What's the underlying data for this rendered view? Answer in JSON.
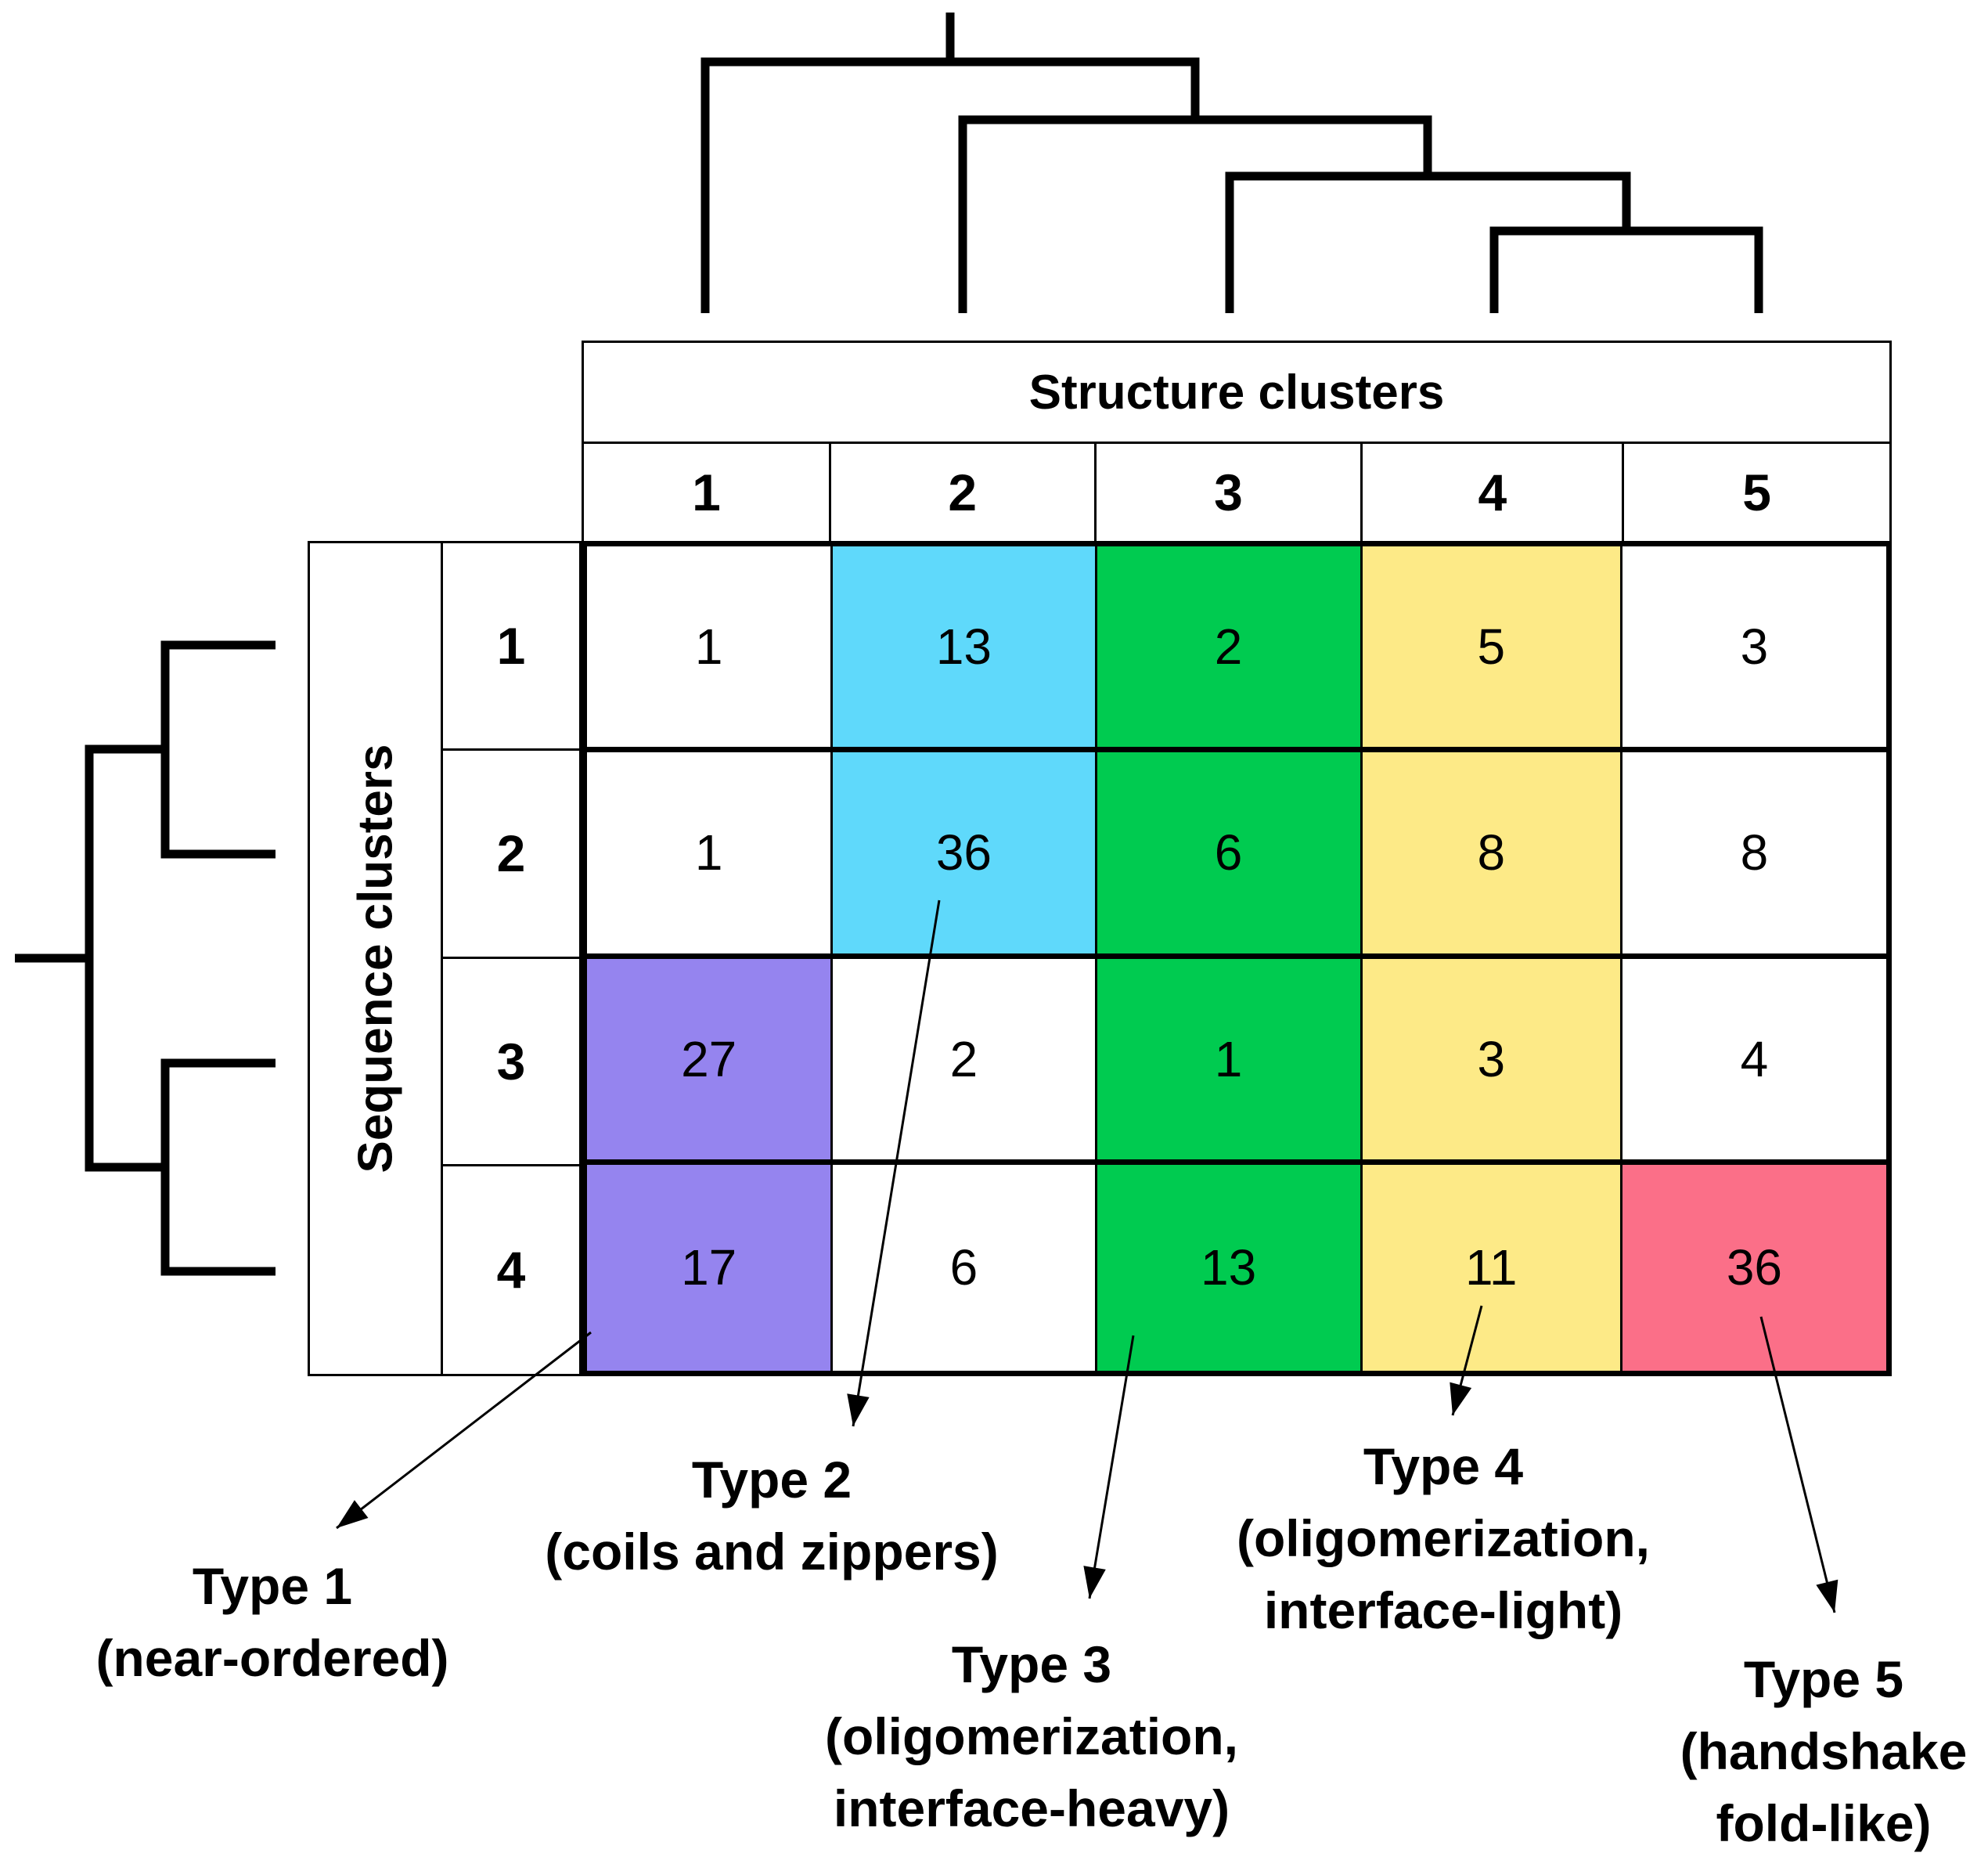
{
  "figure": {
    "col_group_title": "Structure clusters",
    "row_group_title": "Sequence clusters"
  },
  "columns": [
    "1",
    "2",
    "3",
    "4",
    "5"
  ],
  "matrix": {
    "rows": [
      {
        "label": "1",
        "cells": [
          {
            "v": "1",
            "bg": "white"
          },
          {
            "v": "13",
            "bg": "cyan"
          },
          {
            "v": "2",
            "bg": "green"
          },
          {
            "v": "5",
            "bg": "yellow"
          },
          {
            "v": "3",
            "bg": "white"
          }
        ]
      },
      {
        "label": "2",
        "cells": [
          {
            "v": "1",
            "bg": "white"
          },
          {
            "v": "36",
            "bg": "cyan"
          },
          {
            "v": "6",
            "bg": "green"
          },
          {
            "v": "8",
            "bg": "yellow"
          },
          {
            "v": "8",
            "bg": "white"
          }
        ]
      },
      {
        "label": "3",
        "cells": [
          {
            "v": "27",
            "bg": "purple"
          },
          {
            "v": "2",
            "bg": "white"
          },
          {
            "v": "1",
            "bg": "green"
          },
          {
            "v": "3",
            "bg": "yellow"
          },
          {
            "v": "4",
            "bg": "white"
          }
        ]
      },
      {
        "label": "4",
        "cells": [
          {
            "v": "17",
            "bg": "purple"
          },
          {
            "v": "6",
            "bg": "white"
          },
          {
            "v": "13",
            "bg": "green"
          },
          {
            "v": "11",
            "bg": "yellow"
          },
          {
            "v": "36",
            "bg": "red"
          }
        ]
      }
    ]
  },
  "colors": {
    "white": "#ffffff",
    "cyan": "#5fd9fb",
    "green": "#00cb50",
    "yellow": "#fdea87",
    "purple": "#9584ef",
    "red": "#fb6f88"
  },
  "annotations": {
    "type1": {
      "lines": [
        "Type 1",
        "(near-ordered)"
      ]
    },
    "type2": {
      "lines": [
        "Type 2",
        "(coils and zippers)"
      ]
    },
    "type3": {
      "lines": [
        "Type 3",
        "(oligomerization,",
        "interface-heavy)"
      ]
    },
    "type4": {
      "lines": [
        "Type 4",
        "(oligomerization,",
        "interface-light)"
      ]
    },
    "type5": {
      "lines": [
        "Type 5",
        "(handshake",
        "fold-like)"
      ]
    }
  },
  "chart_data": {
    "type": "heatmap",
    "title": "",
    "xlabel": "Structure clusters",
    "ylabel": "Sequence clusters",
    "columns": [
      "1",
      "2",
      "3",
      "4",
      "5"
    ],
    "rows": [
      "1",
      "2",
      "3",
      "4"
    ],
    "values": [
      [
        1,
        13,
        2,
        5,
        3
      ],
      [
        1,
        36,
        6,
        8,
        8
      ],
      [
        27,
        2,
        1,
        3,
        4
      ],
      [
        17,
        6,
        13,
        11,
        36
      ]
    ],
    "cell_highlights": [
      {
        "row": 1,
        "col": 2,
        "color_name": "cyan"
      },
      {
        "row": 2,
        "col": 2,
        "color_name": "cyan"
      },
      {
        "row": 1,
        "col": 3,
        "color_name": "green"
      },
      {
        "row": 2,
        "col": 3,
        "color_name": "green"
      },
      {
        "row": 3,
        "col": 3,
        "color_name": "green"
      },
      {
        "row": 4,
        "col": 3,
        "color_name": "green"
      },
      {
        "row": 1,
        "col": 4,
        "color_name": "yellow"
      },
      {
        "row": 2,
        "col": 4,
        "color_name": "yellow"
      },
      {
        "row": 3,
        "col": 4,
        "color_name": "yellow"
      },
      {
        "row": 4,
        "col": 4,
        "color_name": "yellow"
      },
      {
        "row": 3,
        "col": 1,
        "color_name": "purple"
      },
      {
        "row": 4,
        "col": 1,
        "color_name": "purple"
      },
      {
        "row": 4,
        "col": 5,
        "color_name": "red"
      }
    ],
    "dendrograms": {
      "top_leaves_order": [
        "1",
        "2",
        "3",
        "4",
        "5"
      ],
      "top_topology": "(1,(2,(3,(4,5))))",
      "left_leaves_order": [
        "1",
        "2",
        "3",
        "4"
      ],
      "left_topology": "((1,2),(3,4))"
    },
    "annotation_labels": [
      "Type 1 (near-ordered)",
      "Type 2 (coils and zippers)",
      "Type 3 (oligomerization, interface-heavy)",
      "Type 4 (oligomerization, interface-light)",
      "Type 5 (handshake fold-like)"
    ],
    "legend_position": "none",
    "grid": true
  }
}
